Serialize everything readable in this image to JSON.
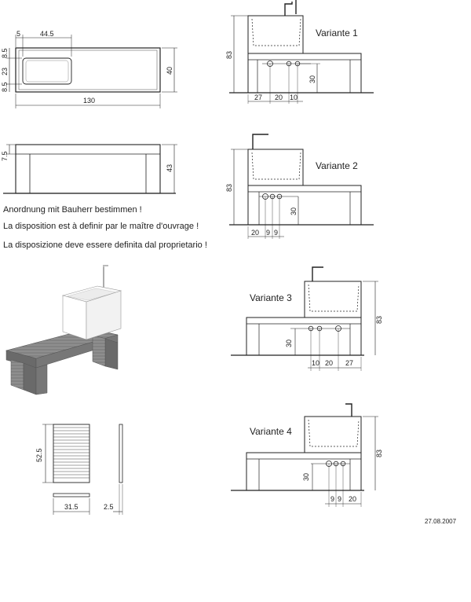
{
  "top_plan": {
    "dims": {
      "left_margin": "5",
      "basin_width": "44.5",
      "depth": "40",
      "length": "130",
      "edge_top": "8.5",
      "basin_depth": "23",
      "edge_bottom": "8.5"
    }
  },
  "front_elevation": {
    "dims": {
      "top_thickness": "7.5",
      "height": "43"
    }
  },
  "notes": {
    "de": "Anordnung mit Bauherr bestimmen !",
    "fr": "La disposition est à definir par le maître d'ouvrage !",
    "it": "La disposizione deve essere definita dal proprietario !"
  },
  "variants": {
    "v1": {
      "title": "Variante 1",
      "height": "83",
      "pipe_height": "30",
      "spacing": [
        "27",
        "20",
        "10"
      ]
    },
    "v2": {
      "title": "Variante 2",
      "height": "83",
      "pipe_height": "30",
      "spacing": [
        "20",
        "9",
        "9"
      ]
    },
    "v3": {
      "title": "Variante 3",
      "height": "83",
      "pipe_height": "30",
      "spacing": [
        "10",
        "20",
        "27"
      ]
    },
    "v4": {
      "title": "Variante 4",
      "height": "83",
      "pipe_height": "30",
      "spacing": [
        "9",
        "9",
        "20"
      ]
    }
  },
  "slat_panel": {
    "dims": {
      "height": "52.5",
      "width": "31.5",
      "thickness": "2.5"
    }
  },
  "footer": {
    "date": "27.08.2007"
  }
}
